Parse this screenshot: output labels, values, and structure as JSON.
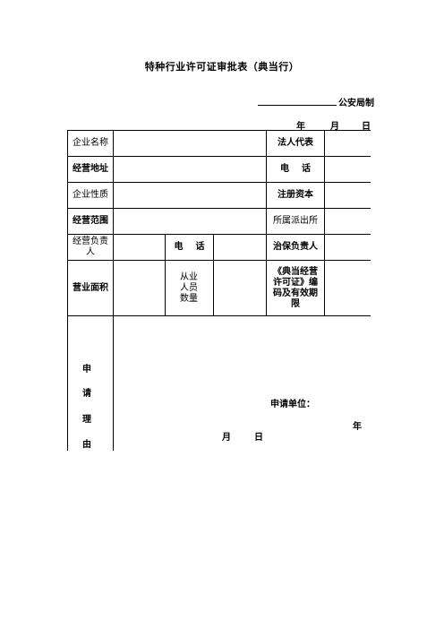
{
  "title": "特种行业许可证审批表（典当行）",
  "issuer": "公安局制",
  "date_header": {
    "year": "年",
    "month": "月",
    "day": "日"
  },
  "rows": {
    "company_name": "企业名称",
    "legal_rep": "法人代表",
    "address": "经营地址",
    "phone": "电    话",
    "company_nature": "企业性质",
    "reg_capital": "注册资本",
    "business_scope": "经营范围",
    "police_station": "所属派出所",
    "manager": "经营负责人",
    "manager_phone": "电    话",
    "security_head": "治保负责人",
    "area": "营业面积",
    "staff_count": "从业人员数量",
    "license_code": "《典当经营许可证》编码及有效期限"
  },
  "reason": {
    "label_chars": [
      "申",
      "请",
      "理",
      "由"
    ],
    "applicant": "申请单位：",
    "year": "年",
    "month": "月",
    "day": "日"
  }
}
